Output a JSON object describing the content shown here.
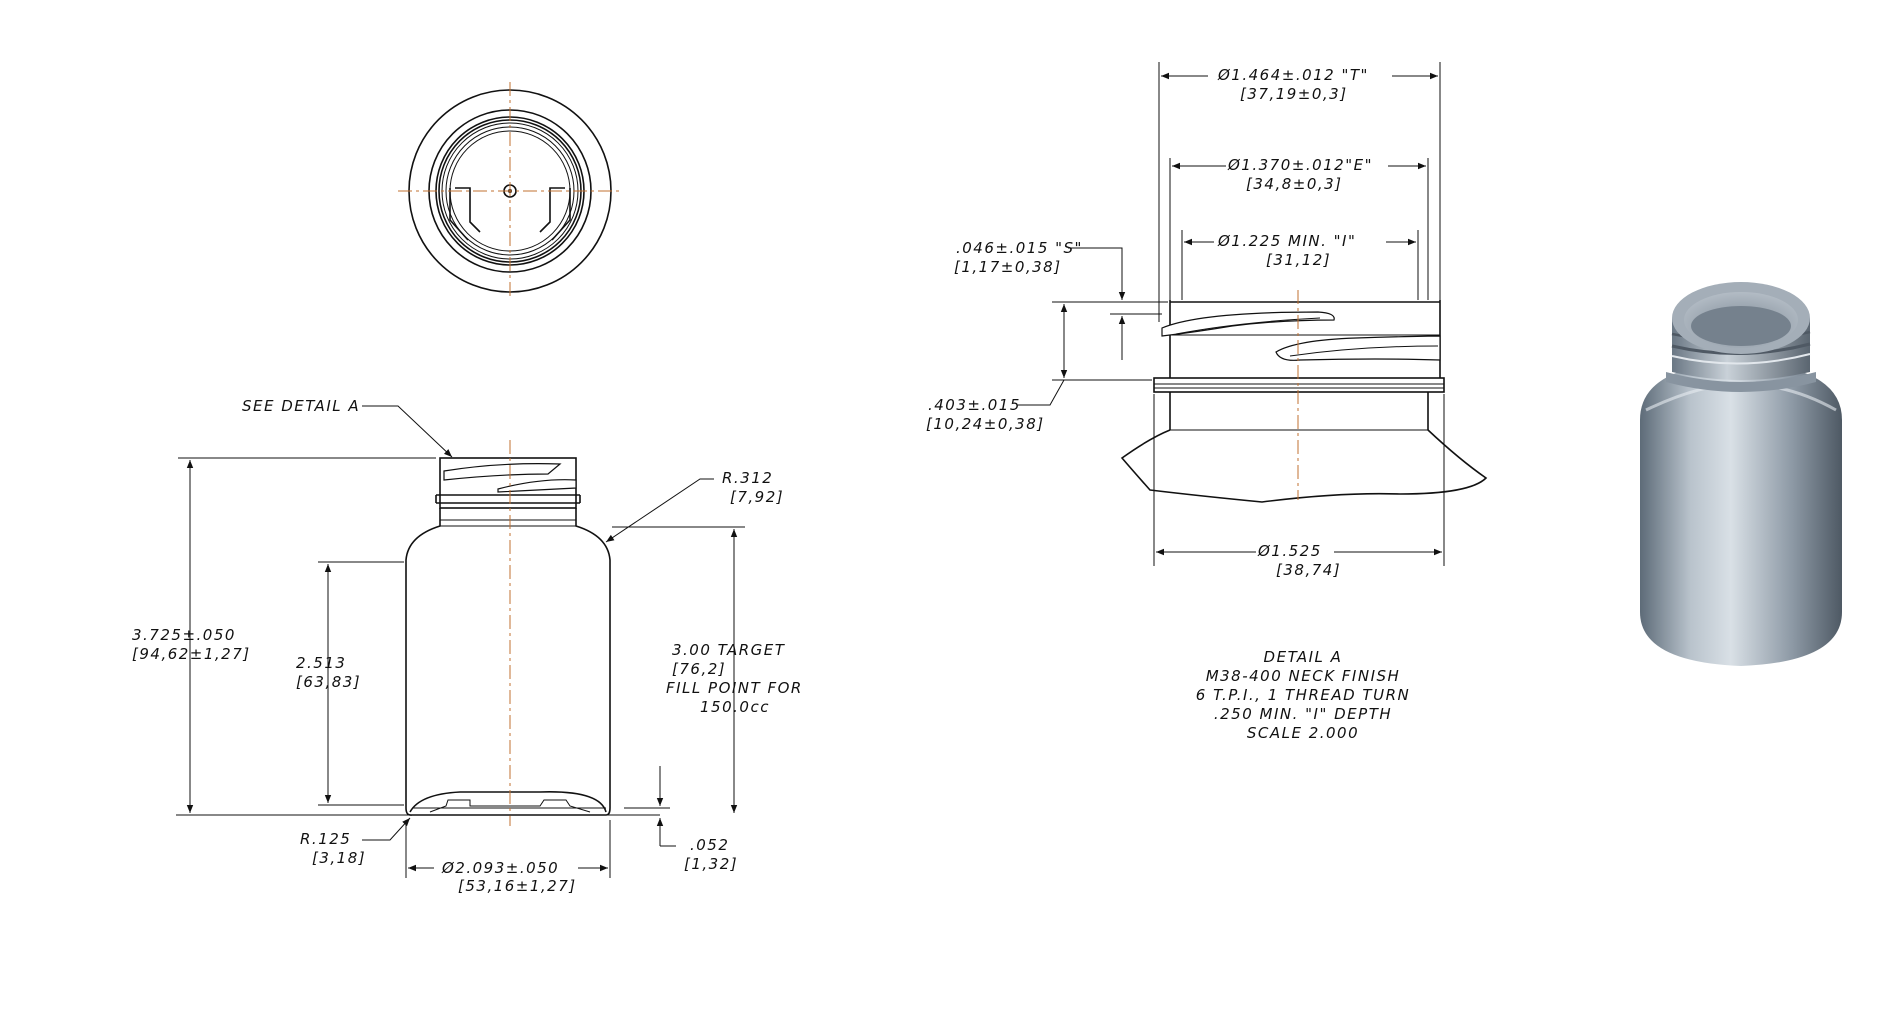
{
  "top_view": {},
  "front_view": {
    "see_detail": "SEE DETAIL  A",
    "shoulder_radius": "R.312",
    "shoulder_radius_mm": "[7,92]",
    "overall_height": "3.725±.050",
    "overall_height_mm": "[94,62±1,27]",
    "label_height": "2.513",
    "label_height_mm": "[63,83]",
    "fill_height": "3.00    TARGET",
    "fill_height_mm": "[76,2]",
    "fill_note_line1": "FILL POINT FOR",
    "fill_note_line2": "150.0cc",
    "base_radius": "R.125",
    "base_radius_mm": "[3,18]",
    "push_up": ".052",
    "push_up_mm": "[1,32]",
    "body_diameter": "Ø2.093±.050",
    "body_diameter_mm": "[53,16±1,27]"
  },
  "detail_a": {
    "dim_t": "Ø1.464±.012  \"T\"",
    "dim_t_mm": "[37,19±0,3]",
    "dim_e": "Ø1.370±.012\"E\"",
    "dim_e_mm": "[34,8±0,3]",
    "dim_i": "Ø1.225 MIN.  \"I\"",
    "dim_i_mm": "[31,12]",
    "dim_s": ".046±.015   \"S\"",
    "dim_s_mm": "[1,17±0,38]",
    "dim_h": ".403±.015",
    "dim_h_mm": "[10,24±0,38]",
    "dim_bead": "Ø1.525",
    "dim_bead_mm": "[38,74]",
    "caption": [
      "DETAIL  A",
      "M38-400 NECK FINISH",
      "6 T.P.I., 1 THREAD TURN",
      ".250 MIN. \"I\" DEPTH",
      "SCALE  2.000"
    ]
  },
  "render_3d": {}
}
